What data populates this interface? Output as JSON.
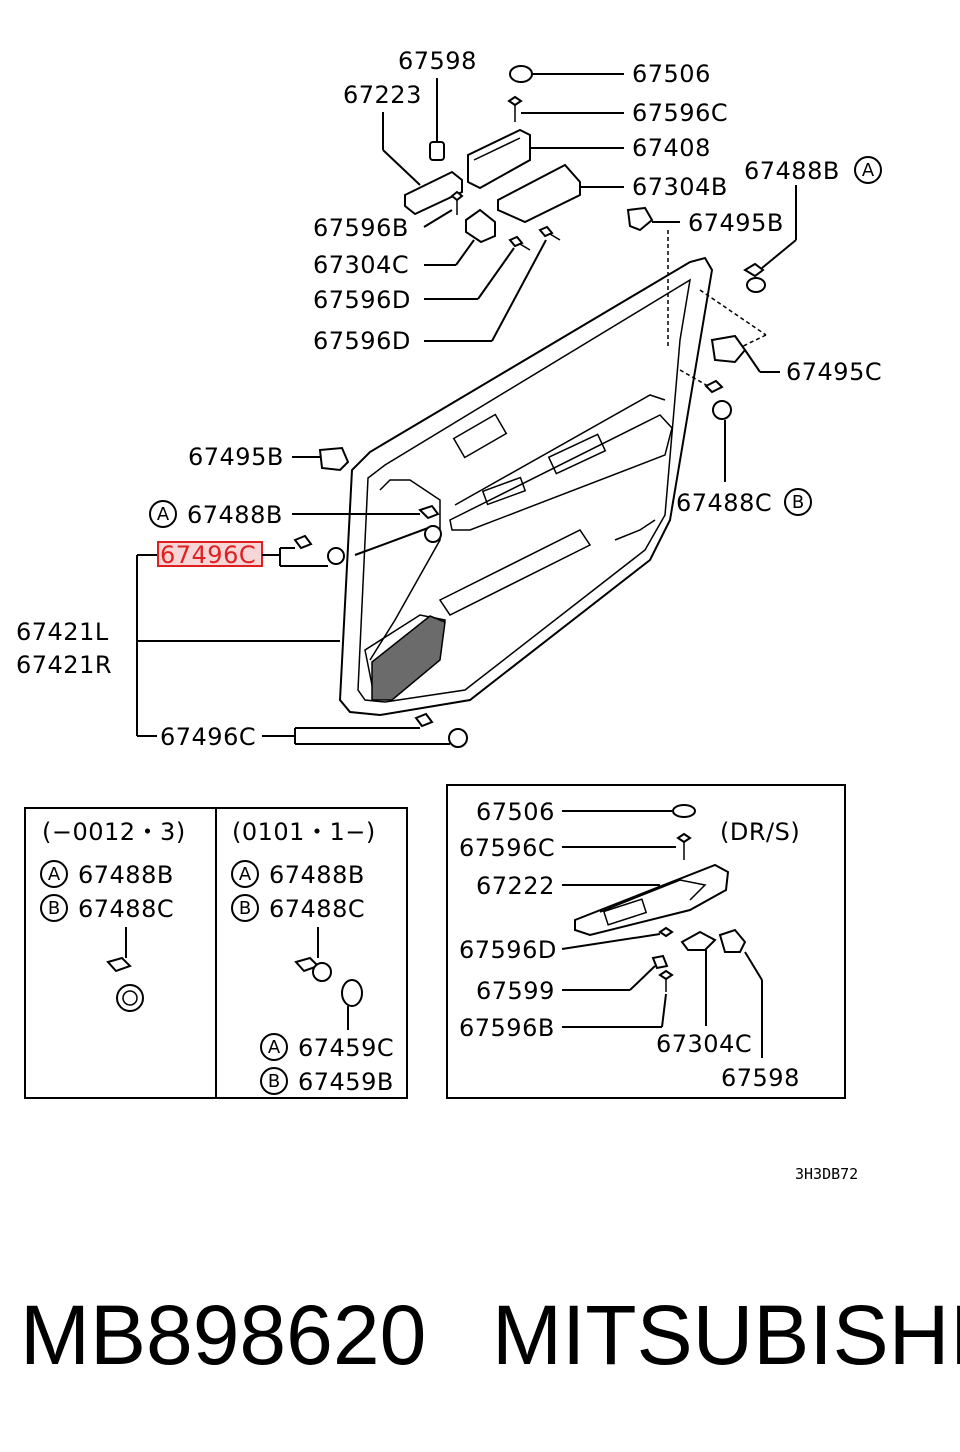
{
  "diagram": {
    "labels": {
      "p67598_top": "67598",
      "p67223": "67223",
      "p67506_top": "67506",
      "p67596C_top": "67596C",
      "p67408": "67408",
      "p67304B": "67304B",
      "p67488B_top": "67488B",
      "p67596B_top": "67596B",
      "p67495B_top": "67495B",
      "p67304C_top": "67304C",
      "p67596D_a": "67596D",
      "p67596D_b": "67596D",
      "p67495C": "67495C",
      "p67495B_left": "67495B",
      "p67488C_right": "67488C",
      "p67488B_left": "67488B",
      "p67496C_highlight": "67496C",
      "p67421L": "67421L",
      "p67421R": "67421R",
      "p67496C_bottom": "67496C"
    },
    "circle_letters": {
      "a_top": "A",
      "b_right": "B",
      "a_left": "A"
    },
    "inset_left": {
      "range1": "(−0012・3)",
      "range2": "(0101・1−)",
      "col1_a_code": "67488B",
      "col1_b_code": "67488C",
      "col2_a_code": "67488B",
      "col2_b_code": "67488C",
      "col2_a2_code": "67459C",
      "col2_b2_code": "67459B",
      "letter_a": "A",
      "letter_b": "B"
    },
    "inset_right": {
      "variant": "(DR/S)",
      "p67506": "67506",
      "p67596C": "67596C",
      "p67222": "67222",
      "p67596D": "67596D",
      "p67599": "67599",
      "p67596B": "67596B",
      "p67304C": "67304C",
      "p67598": "67598"
    },
    "drawing_code": "3H3DB72",
    "highlight_color": "#e02020"
  },
  "footer": {
    "part_number": "MB898620",
    "brand": "MITSUBISHI"
  }
}
